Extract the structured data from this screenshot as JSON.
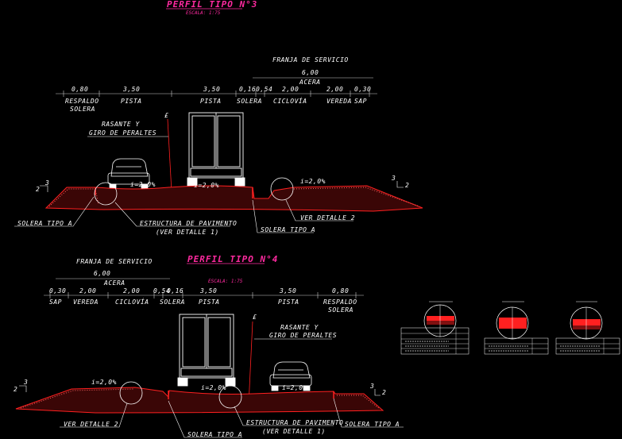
{
  "profile3": {
    "title": "PERFIL TIPO N°3",
    "scale": "ESCALA: 1:75",
    "strip_label": "FRANJA DE SERVICIO",
    "strip_width": "6,00",
    "acera": "ACERA",
    "widths": [
      "0,80",
      "3,50",
      "3,50",
      "0,16",
      "0,54",
      "2,00",
      "2,00",
      "0,30"
    ],
    "labels": [
      "RESPALDO",
      "SOLERA",
      "PISTA",
      "PISTA",
      "SOLERA",
      "CICLOVÍA",
      "VEREDA",
      "SAP"
    ],
    "axis": "£",
    "rasante": "RASANTE Y",
    "giro": "GIRO DE PERALTES",
    "slope_left": "i=2,0%",
    "slope_mid": "i=2,0%",
    "slope_right": "i=2,0%",
    "ratio_l1": "2",
    "ratio_l2": "3",
    "ratio_r1": "3",
    "ratio_r2": "2",
    "solera_a1": "SOLERA TIPO A",
    "solera_a2": "SOLERA TIPO A",
    "estructura": "ESTRUCTURA DE PAVIMENTO",
    "ver_detalle1": "(VER DETALLE 1)",
    "ver_detalle2": "VER DETALLE 2"
  },
  "profile4": {
    "title": "PERFIL TIPO N°4",
    "scale": "ESCALA: 1:75",
    "strip_label": "FRANJA DE SERVICIO",
    "strip_width": "6,00",
    "acera": "ACERA",
    "widths": [
      "0,30",
      "2,00",
      "2,00",
      "0,54",
      "0,16",
      "3,50",
      "3,50",
      "0,80"
    ],
    "labels": [
      "SAP",
      "VEREDA",
      "CICLOVÍA",
      "SOLERA",
      "PISTA",
      "PISTA",
      "RESPALDO",
      "SOLERA"
    ],
    "axis": "£",
    "rasante": "RASANTE Y",
    "giro": "GIRO DE PERALTES",
    "slope_left": "i=2,0%",
    "slope_mid": "i=2,0%",
    "slope_right": "i=2,0%",
    "ratio_l1": "2",
    "ratio_l2": "3",
    "ratio_r1": "3",
    "ratio_r2": "2",
    "ver_detalle2": "VER DETALLE 2",
    "solera_a1": "SOLERA TIPO A",
    "solera_a2": "SOLERA TIPO A",
    "estructura": "ESTRUCTURA DE PAVIMENTO",
    "ver_detalle1": "(VER DETALLE 1)"
  },
  "colors": {
    "accent": "#ff2aa0",
    "ground": "#ff2020",
    "line": "#ffffff"
  }
}
